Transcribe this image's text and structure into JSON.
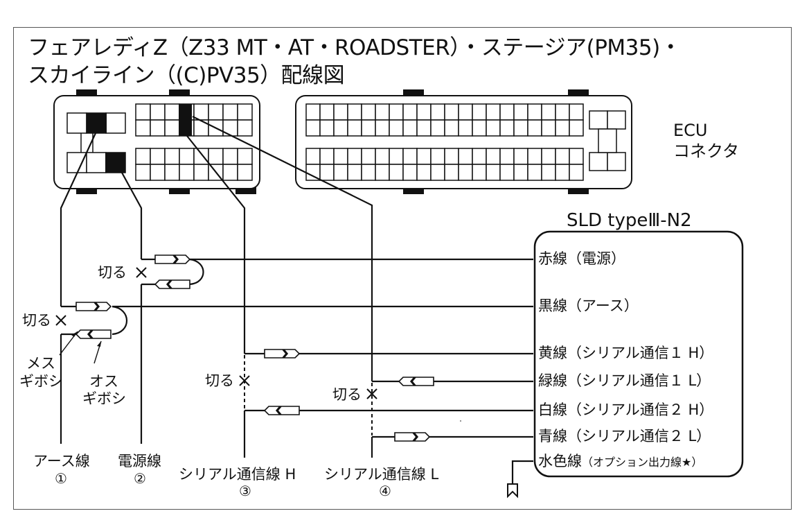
{
  "title": {
    "line1": "フェアレディZ（Z33 MT・AT・ROADSTER）・ステージア(PM35)・",
    "line2": "スカイライン（(C)PV35）配線図"
  },
  "ecu": {
    "line1": "ECU",
    "line2": "コネクタ"
  },
  "sld": {
    "title": "SLD typeⅢ-N2",
    "wires": [
      {
        "label": "赤線（電源）"
      },
      {
        "label": "黒線（アース）"
      },
      {
        "label": "黄線（シリアル通信１ H）"
      },
      {
        "label": "緑線（シリアル通信１ L）"
      },
      {
        "label": "白線（シリアル通信２ H）"
      },
      {
        "label": "青線（シリアル通信２ L）"
      }
    ],
    "optional_wire": {
      "label": "水色線",
      "note": "（オプション出力線★）"
    }
  },
  "cut_label": "切る",
  "female_connector": {
    "line1": "メス",
    "line2": "ギボシ"
  },
  "male_connector": {
    "line1": "オス",
    "line2": "ギボシ"
  },
  "vehicle_wires": [
    {
      "label": "アース線",
      "number": "①"
    },
    {
      "label": "電源線",
      "number": "②"
    },
    {
      "label": "シリアル通信線 H",
      "number": "③"
    },
    {
      "label": "シリアル通信線 L",
      "number": "④"
    }
  ],
  "colors": {
    "line": "#111111",
    "frame": "#555555",
    "background": "#ffffff"
  }
}
